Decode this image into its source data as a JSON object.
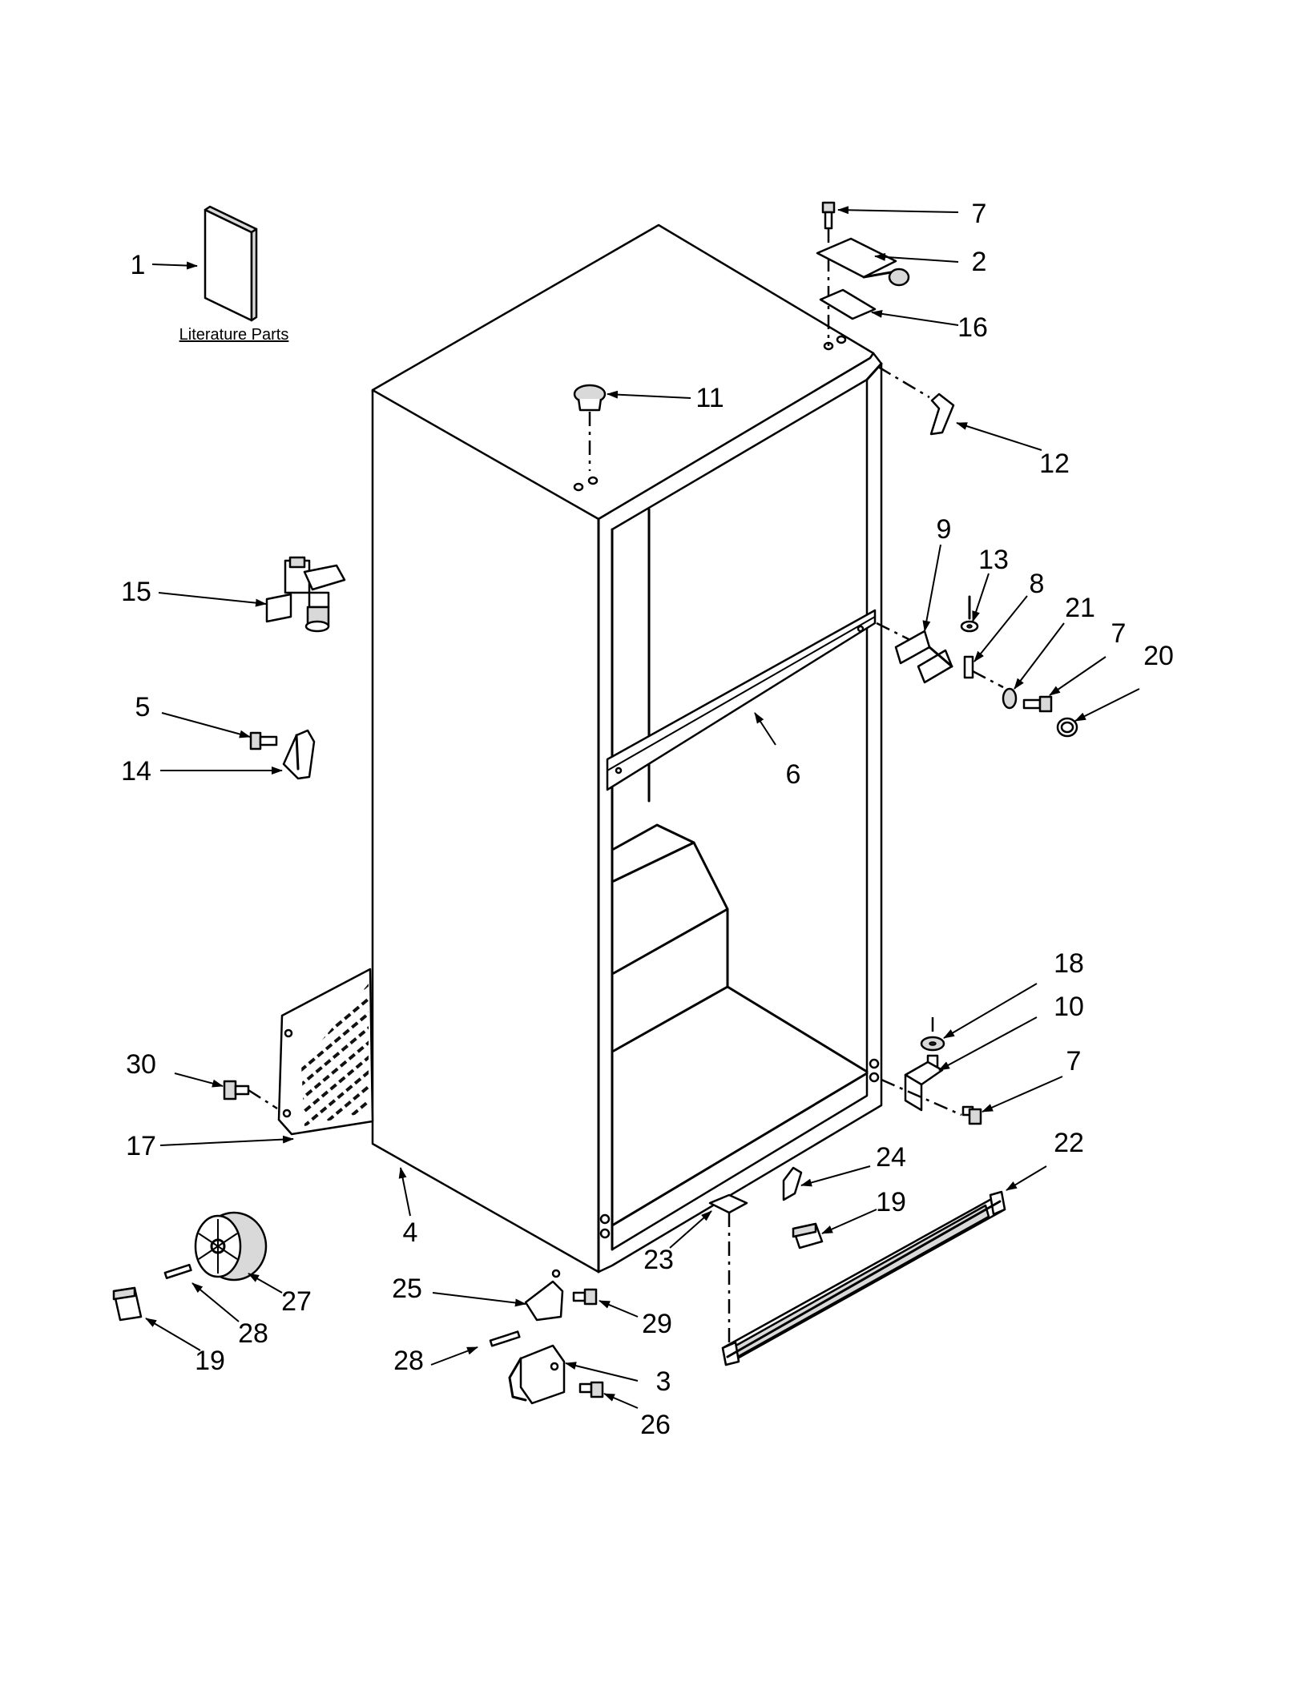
{
  "literature_label": "Literature Parts",
  "callouts": [
    {
      "id": "c1",
      "number": "1",
      "name": "callout-1"
    },
    {
      "id": "c7a",
      "number": "7",
      "name": "callout-7-top-hinge-screw"
    },
    {
      "id": "c2",
      "number": "2",
      "name": "callout-2"
    },
    {
      "id": "c16",
      "number": "16",
      "name": "callout-16"
    },
    {
      "id": "c11",
      "number": "11",
      "name": "callout-11"
    },
    {
      "id": "c12",
      "number": "12",
      "name": "callout-12"
    },
    {
      "id": "c15",
      "number": "15",
      "name": "callout-15"
    },
    {
      "id": "c9",
      "number": "9",
      "name": "callout-9"
    },
    {
      "id": "c13",
      "number": "13",
      "name": "callout-13"
    },
    {
      "id": "c8",
      "number": "8",
      "name": "callout-8"
    },
    {
      "id": "c21",
      "number": "21",
      "name": "callout-21"
    },
    {
      "id": "c7b",
      "number": "7",
      "name": "callout-7-center-hinge-screw"
    },
    {
      "id": "c20",
      "number": "20",
      "name": "callout-20"
    },
    {
      "id": "c5",
      "number": "5",
      "name": "callout-5"
    },
    {
      "id": "c14",
      "number": "14",
      "name": "callout-14"
    },
    {
      "id": "c6",
      "number": "6",
      "name": "callout-6"
    },
    {
      "id": "c18",
      "number": "18",
      "name": "callout-18"
    },
    {
      "id": "c10",
      "number": "10",
      "name": "callout-10"
    },
    {
      "id": "c7c",
      "number": "7",
      "name": "callout-7-bottom-hinge-screw"
    },
    {
      "id": "c30",
      "number": "30",
      "name": "callout-30"
    },
    {
      "id": "c22",
      "number": "22",
      "name": "callout-22"
    },
    {
      "id": "c17",
      "number": "17",
      "name": "callout-17"
    },
    {
      "id": "c24",
      "number": "24",
      "name": "callout-24"
    },
    {
      "id": "c4",
      "number": "4",
      "name": "callout-4"
    },
    {
      "id": "c19a",
      "number": "19",
      "name": "callout-19-right"
    },
    {
      "id": "c23",
      "number": "23",
      "name": "callout-23"
    },
    {
      "id": "c27",
      "number": "27",
      "name": "callout-27"
    },
    {
      "id": "c25",
      "number": "25",
      "name": "callout-25"
    },
    {
      "id": "c29",
      "number": "29",
      "name": "callout-29"
    },
    {
      "id": "c28a",
      "number": "28",
      "name": "callout-28-roller-axle"
    },
    {
      "id": "c19b",
      "number": "19",
      "name": "callout-19-left"
    },
    {
      "id": "c28b",
      "number": "28",
      "name": "callout-28-leveler-pin"
    },
    {
      "id": "c3",
      "number": "3",
      "name": "callout-3"
    },
    {
      "id": "c26",
      "number": "26",
      "name": "callout-26"
    }
  ]
}
